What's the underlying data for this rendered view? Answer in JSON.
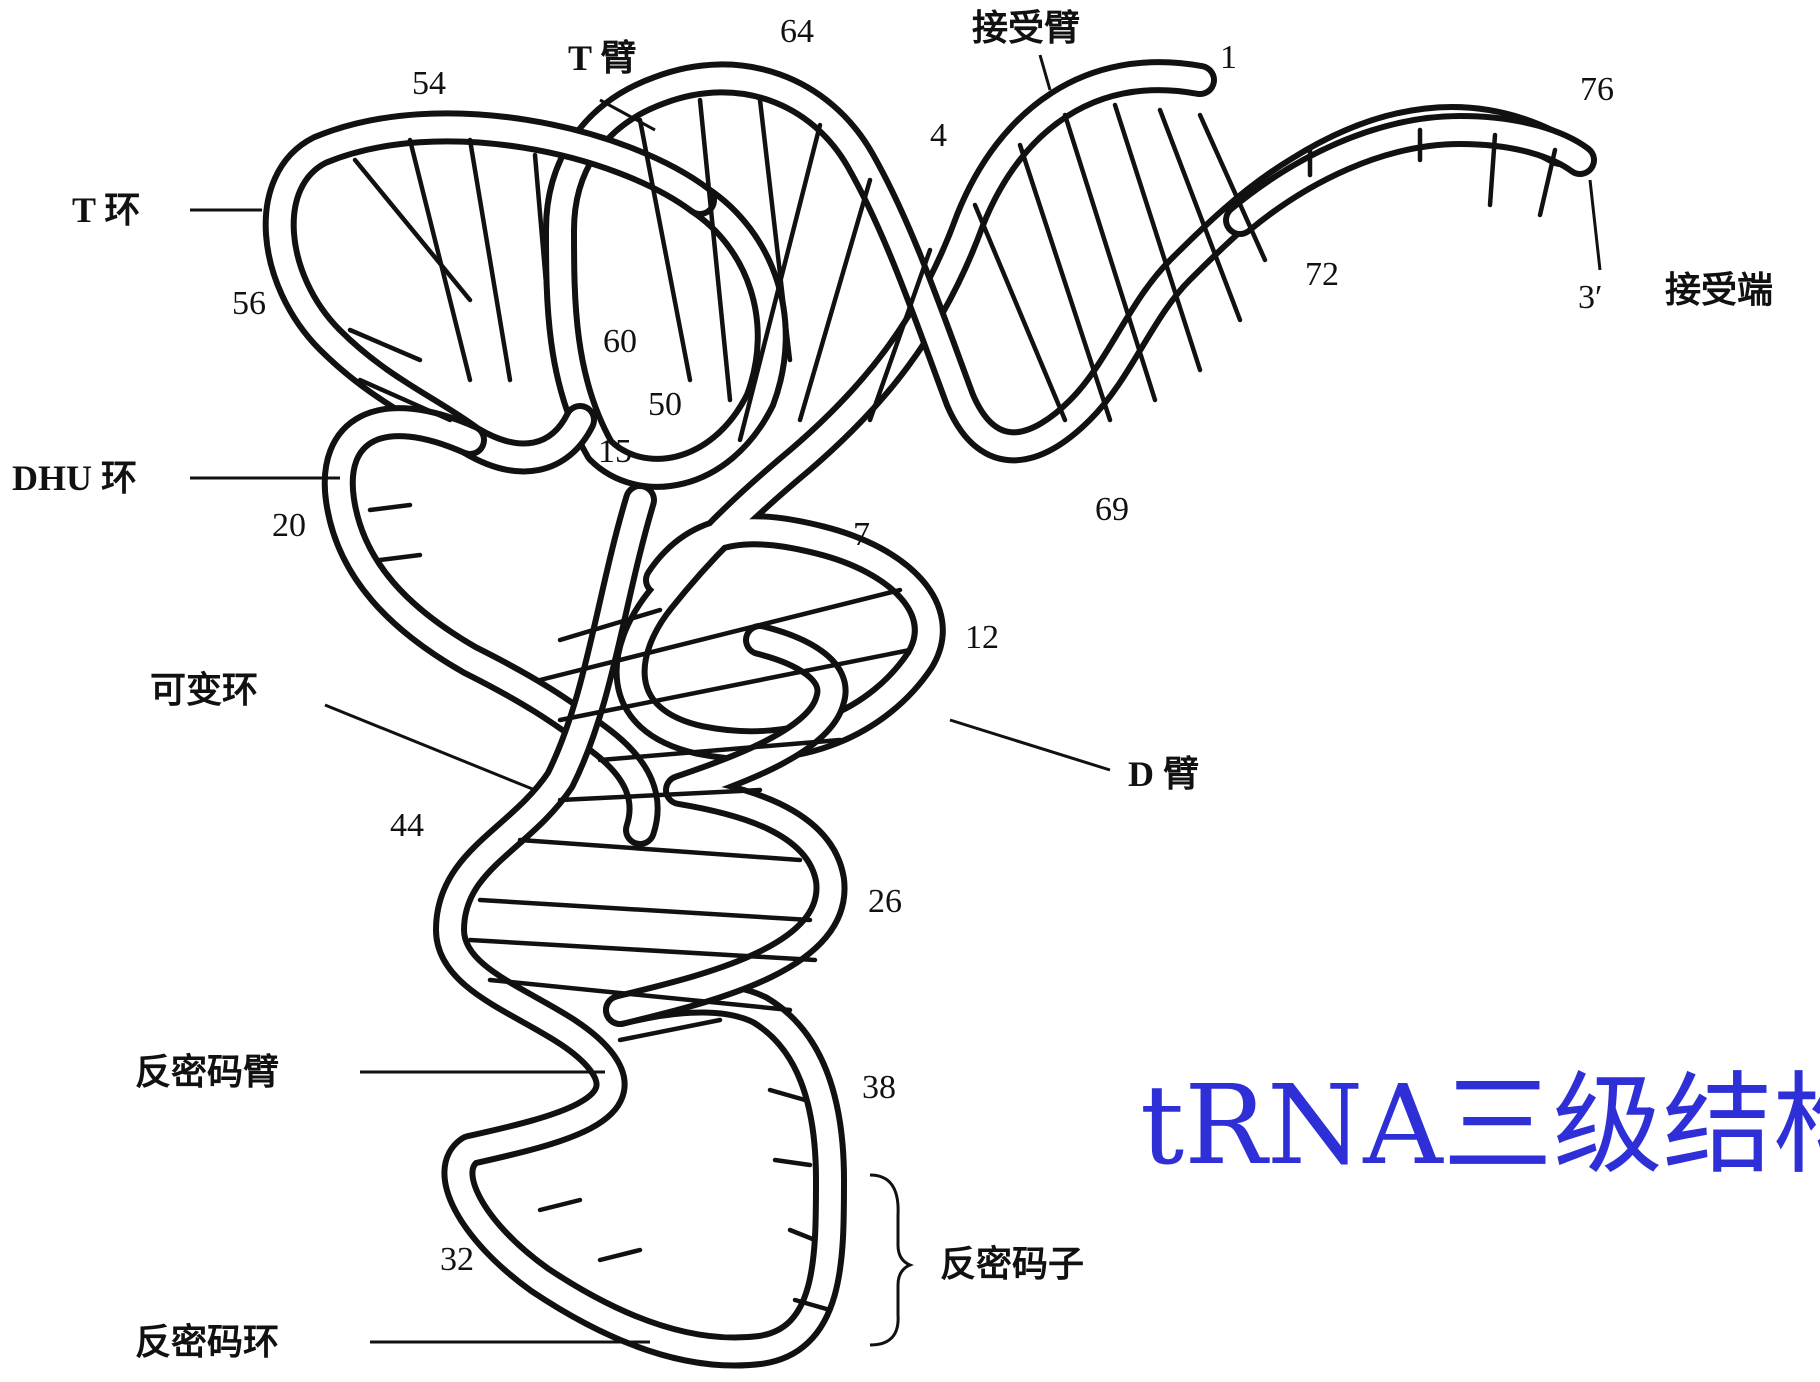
{
  "title": "tRNA三级结构",
  "title_color": "#2f2fd8",
  "labels": {
    "acceptor_arm": "接受臂",
    "t_arm": "T 臂",
    "t_loop": "T 环",
    "dhu_loop": "DHU 环",
    "variable_loop": "可变环",
    "d_arm": "D 臂",
    "anticodon_arm": "反密码臂",
    "anticodon": "反密码子",
    "anticodon_loop": "反密码环",
    "acceptor_end": "接受端",
    "three_prime": "3′"
  },
  "positions": [
    "1",
    "4",
    "7",
    "12",
    "15",
    "20",
    "26",
    "32",
    "38",
    "44",
    "50",
    "54",
    "56",
    "60",
    "64",
    "69",
    "72",
    "76"
  ]
}
